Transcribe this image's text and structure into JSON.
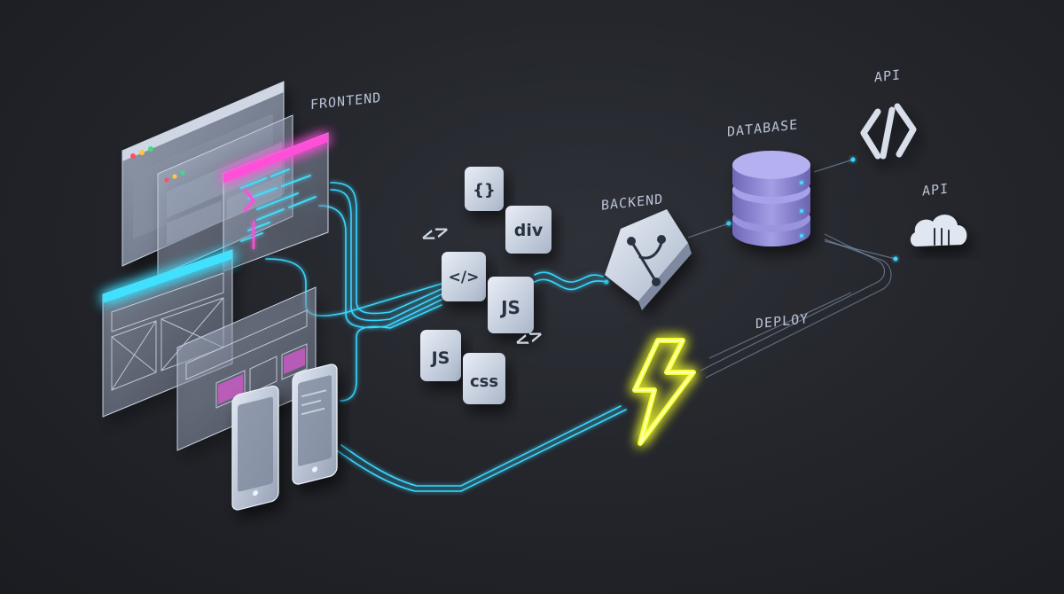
{
  "labels": {
    "frontend": "FRONTEND",
    "backend": "BACKEND",
    "database": "DATABASE",
    "api_top": "API",
    "api_bottom": "API",
    "deploy": "DEPLOY"
  },
  "chips": {
    "braces": "{}",
    "div": "div",
    "tag": "</>",
    "js_main": "JS",
    "js_small": "JS",
    "css": "css",
    "arrows_left": "<>",
    "arrows_right": "<>"
  },
  "icons": {
    "git": "git-branch-icon",
    "database": "database-cylinder-icon",
    "api_top": "code-brackets-icon",
    "api_bottom": "cloud-icon",
    "deploy": "lightning-bolt-icon"
  },
  "colors": {
    "background": "#24262c",
    "wire": "#39d7ff",
    "accent_pink": "#ff4fd8",
    "accent_cyan": "#3fe0ff",
    "bolt": "#f6ff2e",
    "database": "#8c86d8",
    "label": "#b9c2d4"
  }
}
